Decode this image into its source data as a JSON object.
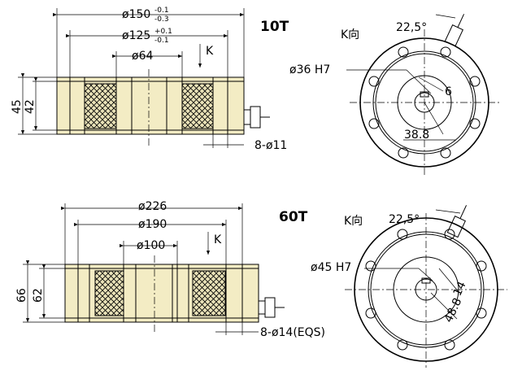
{
  "top": {
    "model": "10T",
    "dia_outer": "ø150",
    "dia_outer_tol_up": "-0.1",
    "dia_outer_tol_dn": "-0.3",
    "dia_mid": "ø125",
    "dia_mid_tol_up": "+0.1",
    "dia_mid_tol_dn": "-0.1",
    "dia_inner": "ø64",
    "k_label": "K",
    "h_outer": "45",
    "h_inner": "42",
    "holes": "8-ø11",
    "k_dir": "K向",
    "angle": "22,5°",
    "bore": "ø36  H7",
    "keyway": "6",
    "key_depth": "38.8"
  },
  "bottom": {
    "model": "60T",
    "dia_outer": "ø226",
    "dia_mid": "ø190",
    "dia_inner": "ø100",
    "k_label": "K",
    "h_outer": "66",
    "h_inner": "62",
    "holes": "8-ø14(EQS)",
    "k_dir": "K向",
    "angle": "22,5°",
    "bore": "ø45  H7",
    "keyway": "14",
    "key_depth": "48.8"
  }
}
